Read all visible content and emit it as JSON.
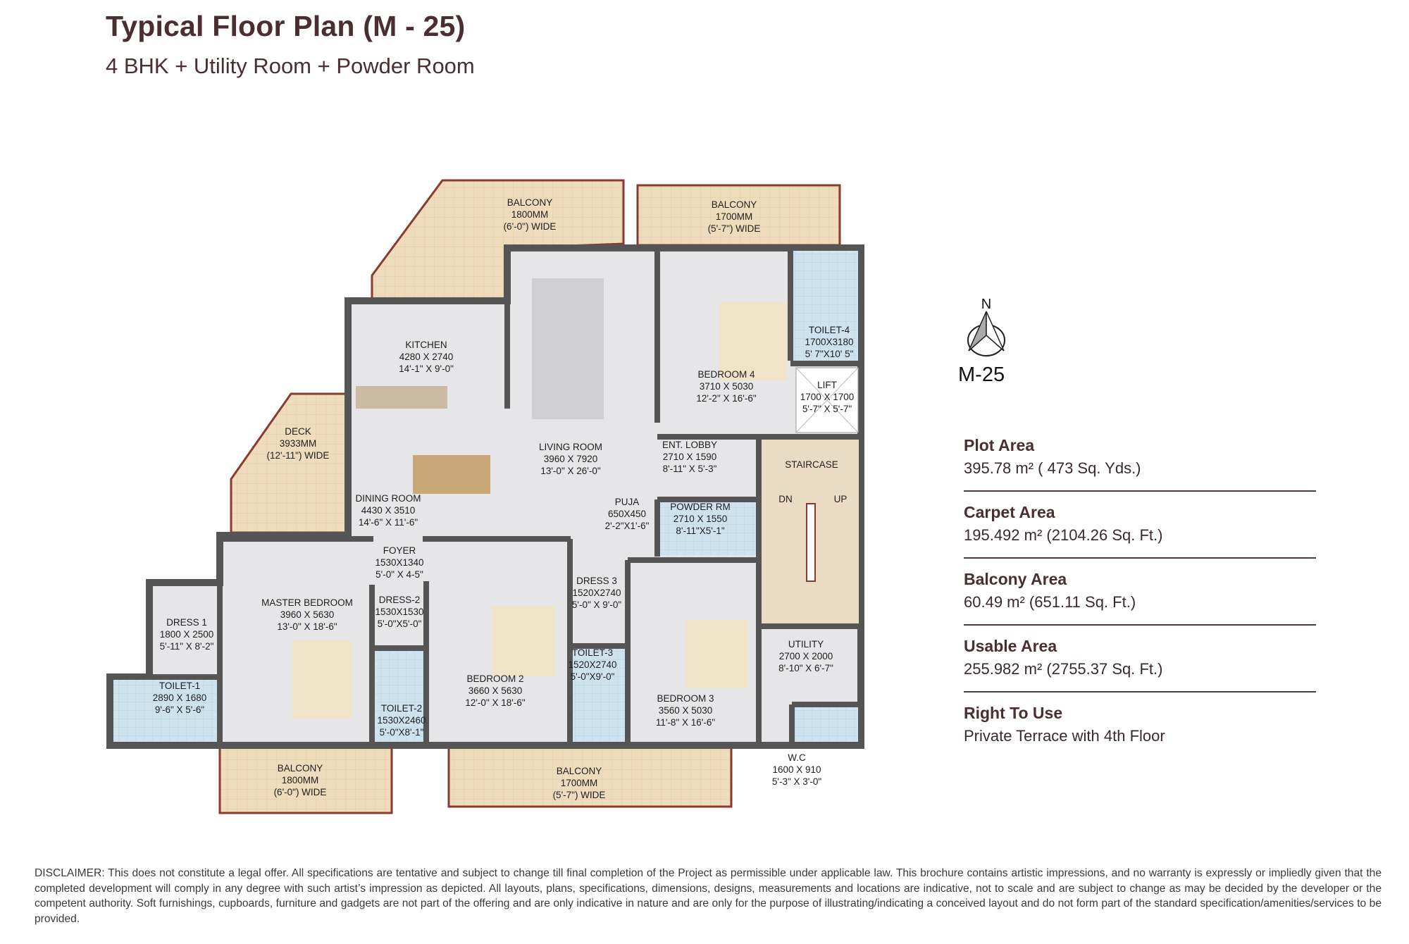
{
  "header": {
    "title": "Typical Floor Plan (M - 25)",
    "subtitle": "4 BHK + Utility Room + Powder Room"
  },
  "plan": {
    "rooms": {
      "balcony_nw": [
        "BALCONY",
        "1800MM",
        "(6'-0\") WIDE"
      ],
      "balcony_ne": [
        "BALCONY",
        "1700MM",
        "(5'-7\") WIDE"
      ],
      "kitchen": [
        "KITCHEN",
        "4280 X 2740",
        "14'-1\" X 9'-0\""
      ],
      "living_room": [
        "LIVING ROOM",
        "3960 X 7920",
        "13'-0\" X 26'-0\""
      ],
      "bedroom_4": [
        "BEDROOM 4",
        "3710 X 5030",
        "12'-2\" X 16'-6\""
      ],
      "toilet_4": [
        "TOILET-4",
        "1700X3180",
        "5' 7\"X10' 5\""
      ],
      "lift": [
        "LIFT",
        "1700 X 1700",
        "5'-7\" X 5'-7\""
      ],
      "ent_lobby": [
        "ENT. LOBBY",
        "2710 X 1590",
        "8'-11\" X 5'-3\""
      ],
      "staircase": [
        "STAIRCASE"
      ],
      "stair_dn": [
        "DN"
      ],
      "stair_up": [
        "UP"
      ],
      "deck": [
        "DECK",
        "3933MM",
        "(12'-11\") WIDE"
      ],
      "dining_room": [
        "DINING ROOM",
        "4430 X 3510",
        "14'-6\" X 11'-6\""
      ],
      "puja": [
        "PUJA",
        "650X450",
        "2'-2\"X1'-6\""
      ],
      "powder_room": [
        "POWDER RM",
        "2710 X 1550",
        "8'-11\"X5'-1\""
      ],
      "foyer": [
        "FOYER",
        "1530X1340",
        "5'-0\" X 4-5\""
      ],
      "master_bedroom": [
        "MASTER BEDROOM",
        "3960 X 5630",
        "13'-0\" X 18'-6\""
      ],
      "dress_2": [
        "DRESS-2",
        "1530X1530",
        "5'-0\"X5'-0\""
      ],
      "dress_1": [
        "DRESS 1",
        "1800 X 2500",
        "5'-11\" X 8'-2\""
      ],
      "toilet_1": [
        "TOILET-1",
        "2890 X 1680",
        "9'-6\" X 5'-6\""
      ],
      "toilet_2": [
        "TOILET-2",
        "1530X2460",
        "5'-0\"X8'-1\""
      ],
      "bedroom_2": [
        "BEDROOM 2",
        "3660 X 5630",
        "12'-0\" X 18'-6\""
      ],
      "dress_3": [
        "DRESS 3",
        "1520X2740",
        "5'-0\" X 9'-0\""
      ],
      "toilet_3": [
        "TOILET-3",
        "1520X2740",
        "5'-0\"X9'-0\""
      ],
      "bedroom_3": [
        "BEDROOM 3",
        "3560 X 5030",
        "11'-8\" X 16'-6\""
      ],
      "utility": [
        "UTILITY",
        "2700 X 2000",
        "8'-10\" X 6'-7\""
      ],
      "wc": [
        "W.C",
        "1600 X 910",
        "5'-3\" X 3'-0\""
      ],
      "balcony_sw": [
        "BALCONY",
        "1800MM",
        "(6'-0\") WIDE"
      ],
      "balcony_s": [
        "BALCONY",
        "1700MM",
        "(5'-7\") WIDE"
      ]
    },
    "colors": {
      "floor": "#e6e6e8",
      "balcony": "#efdcbc",
      "wall": "#555555",
      "wet": "#cfe3ef",
      "stair": "#eadcc4",
      "railing": "#8a3a2e"
    }
  },
  "compass": {
    "north_label": "N",
    "unit_label": "M-25",
    "icon": "north-arrow-compass"
  },
  "areas": [
    {
      "label": "Plot Area",
      "value": "395.78 m² ( 473 Sq. Yds.)"
    },
    {
      "label": "Carpet Area",
      "value": "195.492 m² (2104.26 Sq. Ft.)"
    },
    {
      "label": "Balcony Area",
      "value": "60.49 m² (651.11 Sq. Ft.)"
    },
    {
      "label": "Usable Area",
      "value": "255.982 m² (2755.37 Sq. Ft.)"
    },
    {
      "label": "Right To Use",
      "value": "Private Terrace with 4th Floor"
    }
  ],
  "disclaimer": "DISCLAIMER: This does not constitute a legal offer. All specifications are tentative and subject to change till final completion of the Project as permissible under applicable law. This brochure contains artistic impressions, and no warranty is expressly or impliedly given that the completed development will comply in any degree with such artist’s impression as depicted. All layouts, plans, specifications, dimensions, designs, measurements and locations are indicative, not to scale and are subject to change as may be decided by the developer or the competent authority. Soft furnishings, cupboards, furniture and gadgets are not part of the offering and are only indicative in nature and are only for the purpose of illustrating/indicating a conceived layout and do not form part of the standard specification/amenities/services to be provided."
}
